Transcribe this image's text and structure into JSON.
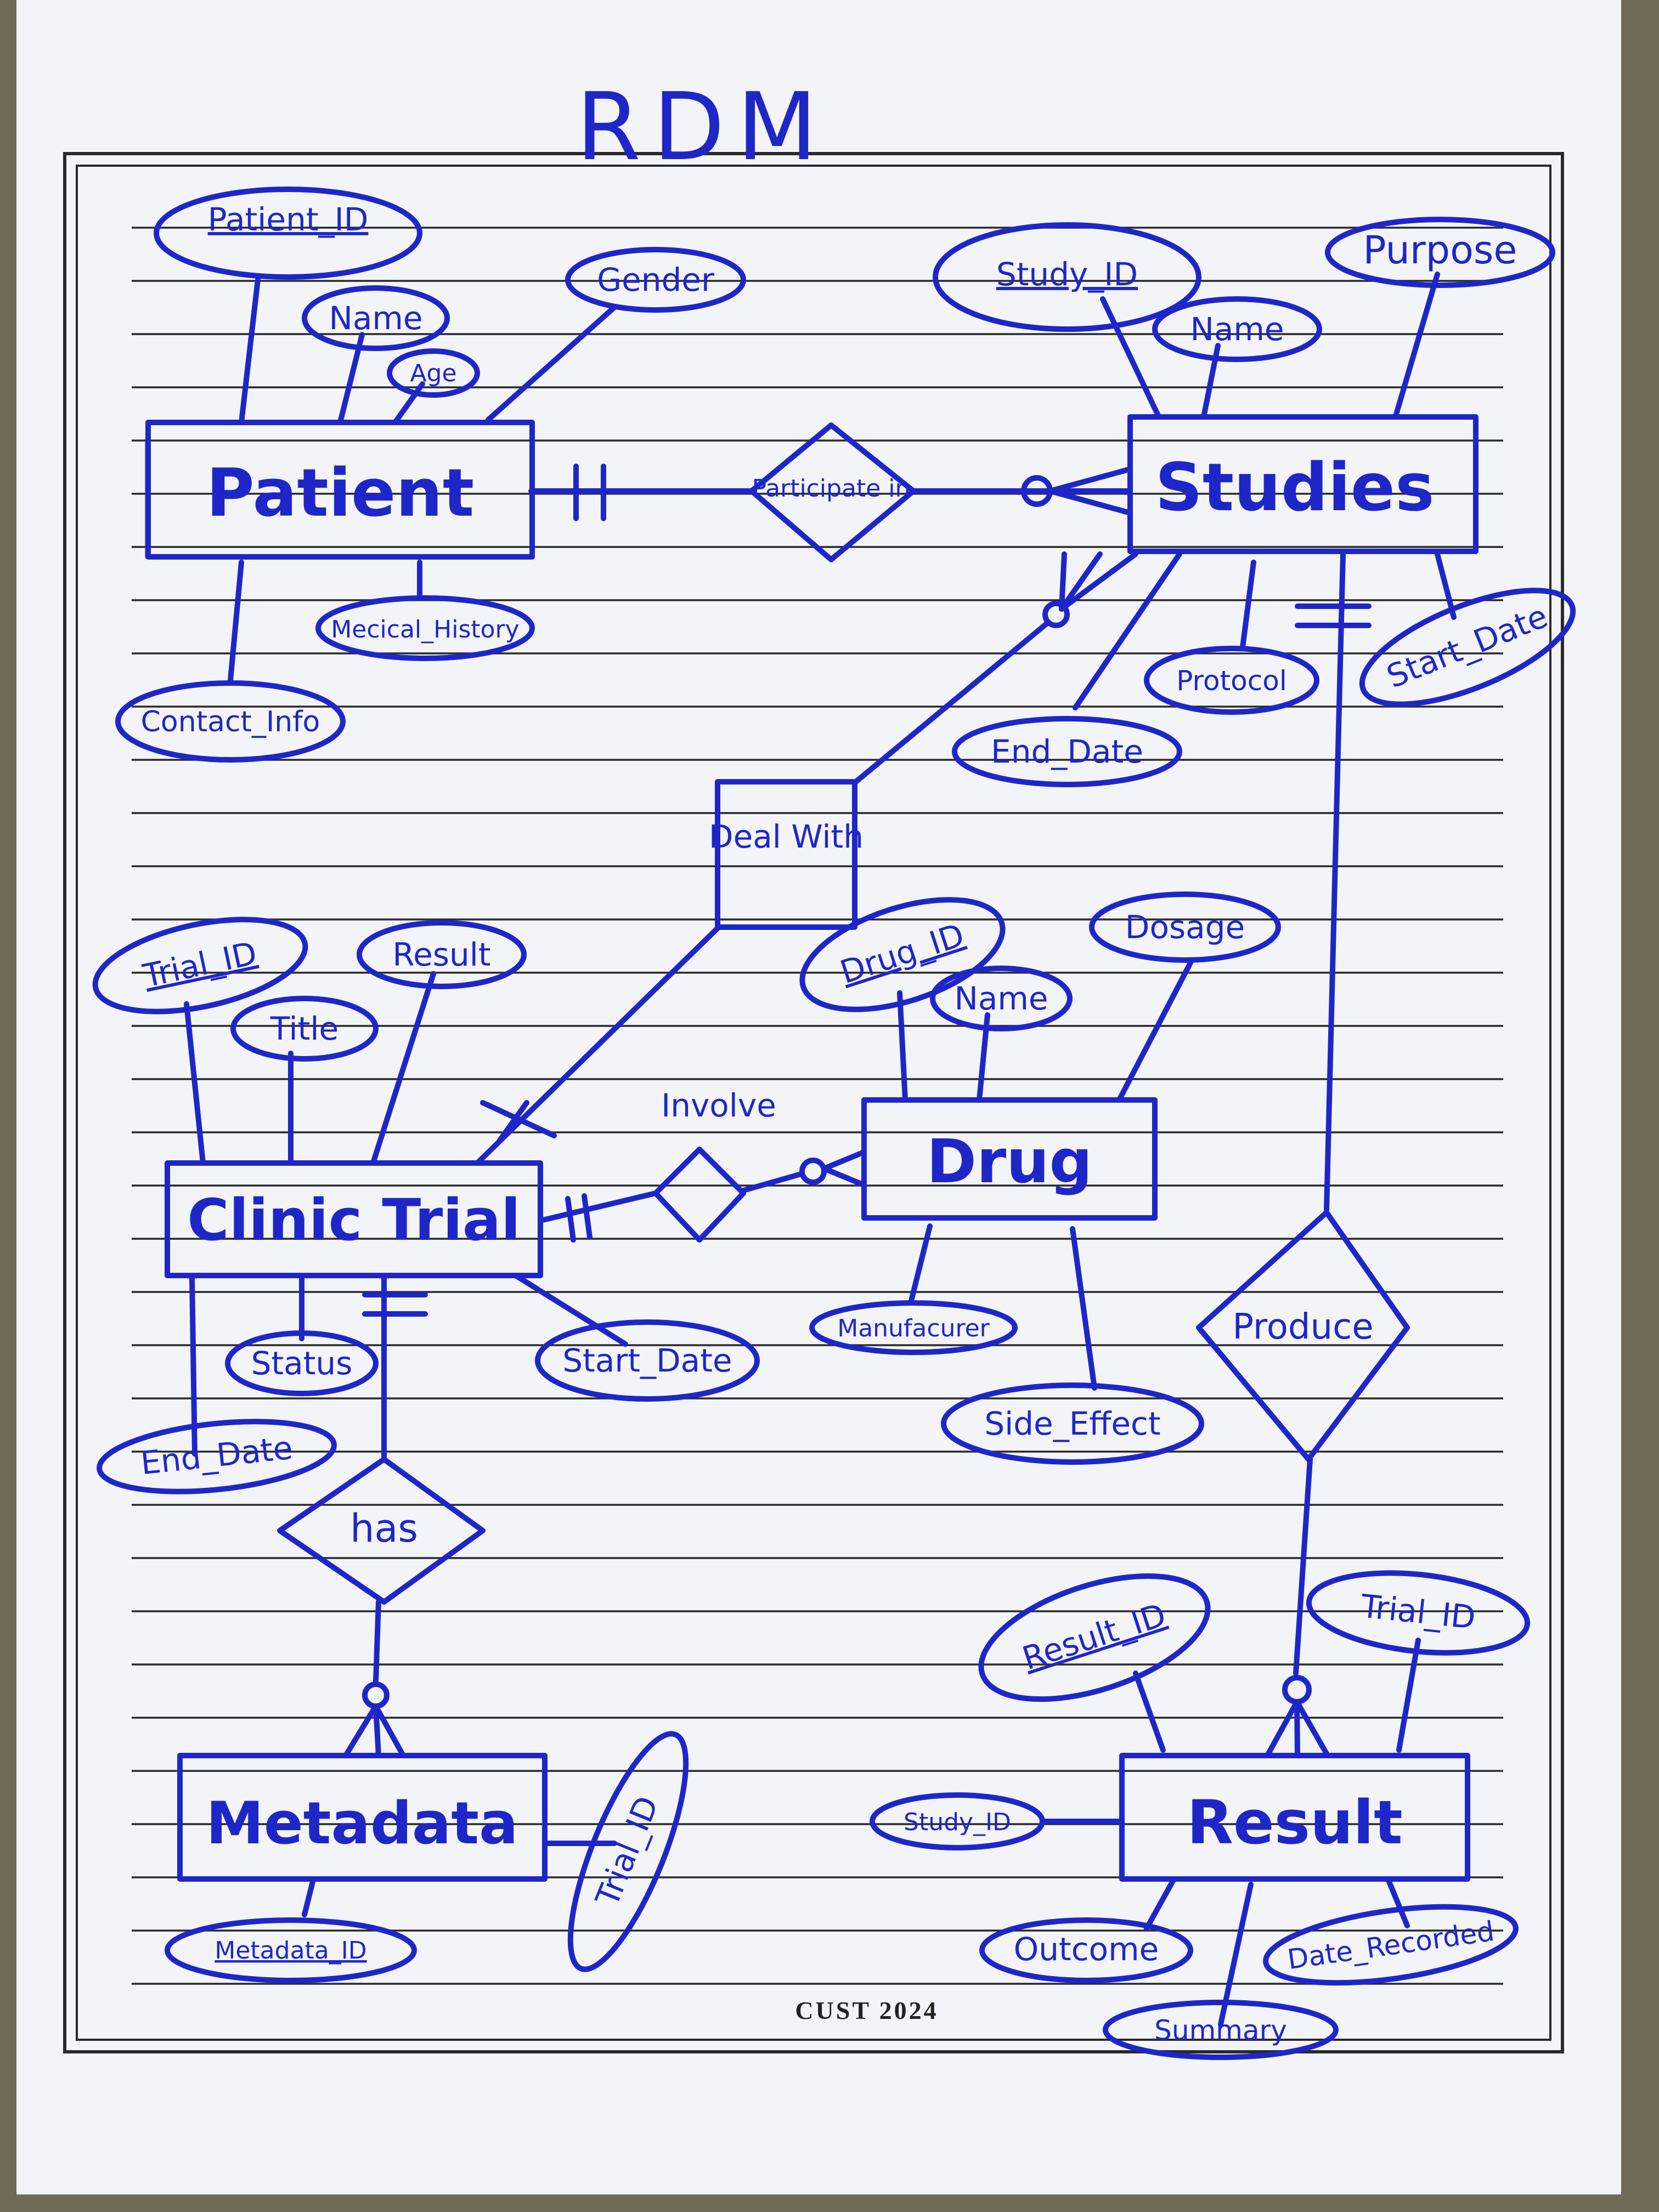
{
  "title": "RDM",
  "footer": "CUST   2024",
  "entities": {
    "patient": "Patient",
    "studies": "Studies",
    "deal_with": "Deal With",
    "clinic_trial": "Clinic Trial",
    "drug": "Drug",
    "metadata": "Metadata",
    "result": "Result"
  },
  "relationships": {
    "participate_in": "Participate in",
    "involve": "Involve",
    "has": "has",
    "produce": "Produce"
  },
  "attributes": {
    "patient_id": "Patient_ID",
    "patient_name": "Name",
    "patient_age": "Age",
    "patient_gender": "Gender",
    "patient_medical_history": "Mecical_History",
    "patient_contact_info": "Contact_Info",
    "study_id": "Study_ID",
    "study_name": "Name",
    "study_purpose": "Purpose",
    "study_protocol": "Protocol",
    "study_start_date": "Start_Date",
    "study_end_date": "End_Date",
    "trial_id": "Trial_ID",
    "trial_title": "Title",
    "trial_result": "Result",
    "trial_status": "Status",
    "trial_start_date": "Start_Date",
    "trial_end_date": "End_Date",
    "drug_id": "Drug_ID",
    "drug_name": "Name",
    "drug_dosage": "Dosage",
    "drug_manufacturer": "Manufacurer",
    "drug_side_effect": "Side_Effect",
    "metadata_id": "Metadata_ID",
    "metadata_trial_id": "Trial_ID",
    "result_id": "Result_ID",
    "result_trial_id": "Trial_ID",
    "result_study_id": "Study_ID",
    "result_outcome": "Outcome",
    "result_date_recorded": "Date_Recorded",
    "result_summary": "Summary"
  },
  "colors": {
    "ink": "#1f26c8",
    "paper": "#f3f4f7",
    "rules": "#2a2a2a",
    "background": "#6f6a55"
  }
}
